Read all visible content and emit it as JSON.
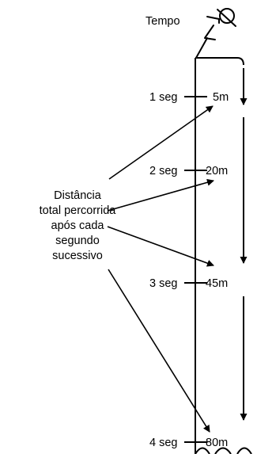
{
  "title": "Tempo",
  "time_labels": [
    "1 seg",
    "2 seg",
    "3 seg",
    "4 seg"
  ],
  "distance_labels": [
    "5m",
    "20m",
    "45m",
    "80m"
  ],
  "annotation_lines": [
    "Distância",
    "total percorrida",
    "após cada",
    "segundo",
    "sucessivo"
  ],
  "colors": {
    "ink": "#000000",
    "background": "#ffffff"
  }
}
